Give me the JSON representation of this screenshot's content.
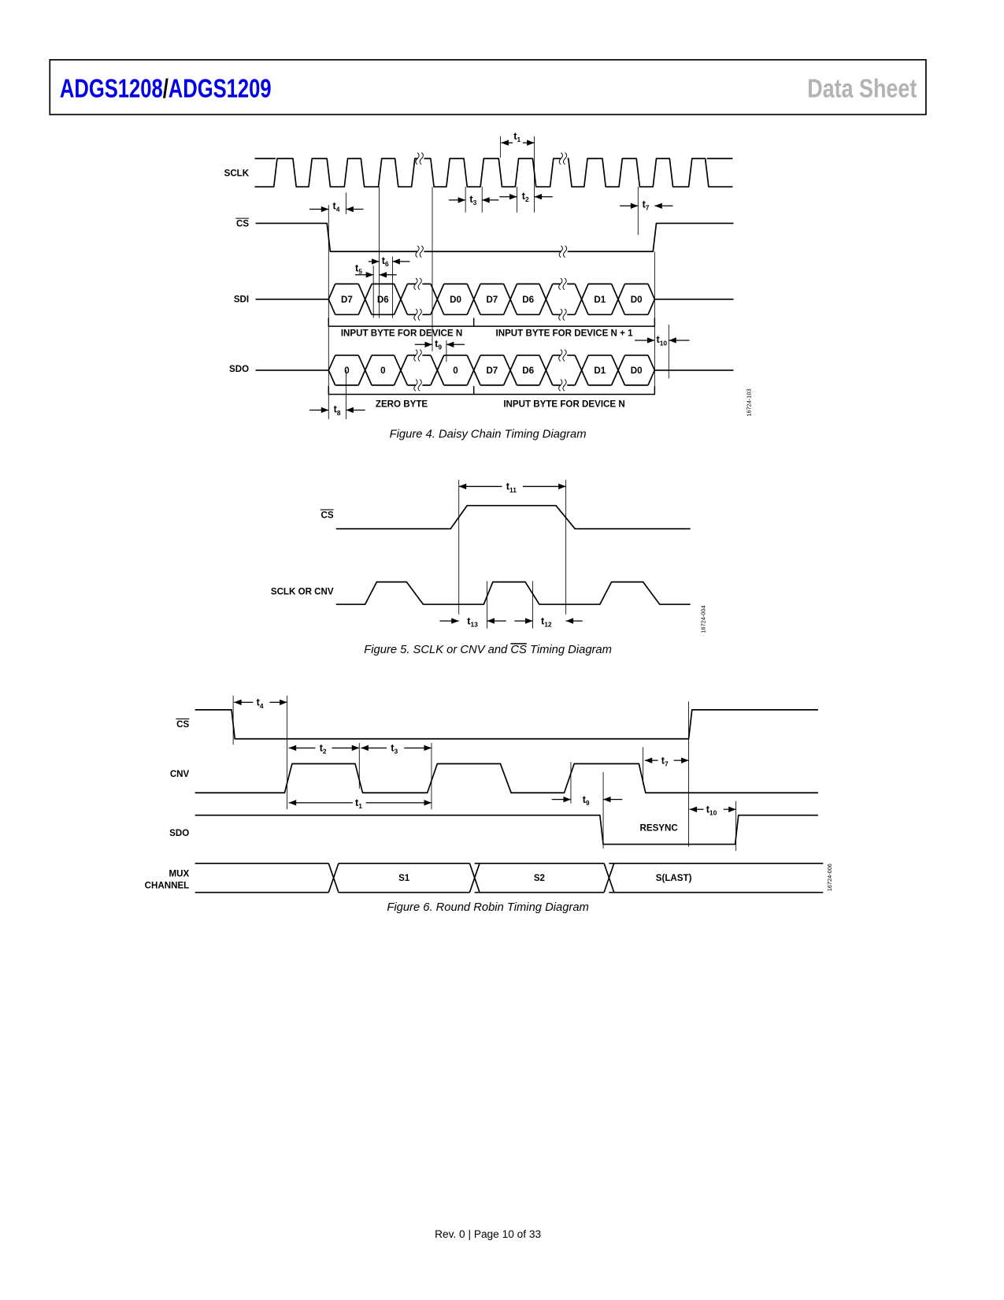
{
  "header": {
    "title_part1": "ADGS1208",
    "title_sep": "/",
    "title_part2": "ADGS1209",
    "doc_type": "Data Sheet"
  },
  "colors": {
    "brand": "#0000e6",
    "doc_type": "#b3b3b3",
    "ink": "#000000"
  },
  "fig4": {
    "caption": "Figure 4. Daisy Chain Timing Diagram",
    "id": "16724-103",
    "signals": {
      "sclk": "SCLK",
      "cs": "CS",
      "sdi": "SDI",
      "sdo": "SDO"
    },
    "sdi_bits": [
      "D7",
      "D6",
      "",
      "D0",
      "D7",
      "D6",
      "",
      "D1",
      "D0"
    ],
    "sdo_bits": [
      "0",
      "0",
      "",
      "0",
      "D7",
      "D6",
      "",
      "D1",
      "D0"
    ],
    "sdi_groups": [
      "INPUT BYTE FOR DEVICE N",
      "INPUT BYTE FOR DEVICE N + 1"
    ],
    "sdo_groups": [
      "ZERO BYTE",
      "INPUT BYTE FOR DEVICE N"
    ],
    "timing": {
      "t1": {
        "sym": "t",
        "sub": "1"
      },
      "t2": {
        "sym": "t",
        "sub": "2"
      },
      "t3": {
        "sym": "t",
        "sub": "3"
      },
      "t4": {
        "sym": "t",
        "sub": "4"
      },
      "t5": {
        "sym": "t",
        "sub": "5"
      },
      "t6": {
        "sym": "t",
        "sub": "6"
      },
      "t7": {
        "sym": "t",
        "sub": "7"
      },
      "t8": {
        "sym": "t",
        "sub": "8"
      },
      "t9": {
        "sym": "t",
        "sub": "9"
      },
      "t10": {
        "sym": "t",
        "sub": "10"
      }
    }
  },
  "fig5": {
    "caption_pre": "Figure 5. SCLK or CNV and ",
    "caption_cs": "CS",
    "caption_post": " Timing Diagram",
    "id": "16724-004",
    "signals": {
      "cs": "CS",
      "clk": "SCLK OR CNV"
    },
    "timing": {
      "t11": {
        "sym": "t",
        "sub": "11"
      },
      "t12": {
        "sym": "t",
        "sub": "12"
      },
      "t13": {
        "sym": "t",
        "sub": "13"
      }
    }
  },
  "fig6": {
    "caption": "Figure 6. Round Robin Timing Diagram",
    "id": "16724-006",
    "signals": {
      "cs": "CS",
      "cnv": "CNV",
      "sdo": "SDO",
      "mux1": "MUX",
      "mux2": "CHANNEL"
    },
    "resync": "RESYNC",
    "channels": [
      "S1",
      "S2",
      "S(LAST)"
    ],
    "timing": {
      "t1": {
        "sym": "t",
        "sub": "1"
      },
      "t2": {
        "sym": "t",
        "sub": "2"
      },
      "t3": {
        "sym": "t",
        "sub": "3"
      },
      "t4": {
        "sym": "t",
        "sub": "4"
      },
      "t7": {
        "sym": "t",
        "sub": "7"
      },
      "t9": {
        "sym": "t",
        "sub": "9"
      },
      "t10": {
        "sym": "t",
        "sub": "10"
      }
    }
  },
  "footer": {
    "text": "Rev. 0 | Page 10 of 33"
  }
}
